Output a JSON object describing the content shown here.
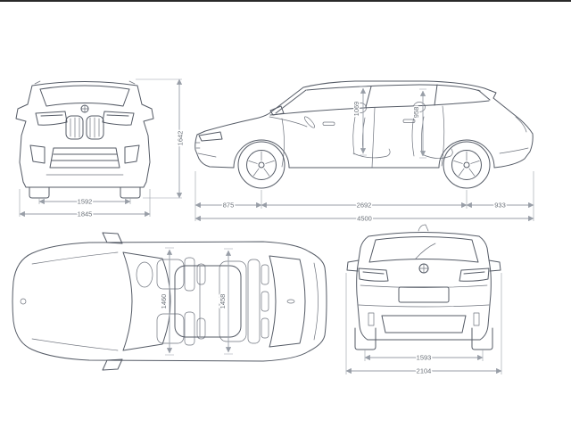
{
  "colors": {
    "bg": "#ffffff",
    "outline": "#555b66",
    "dimension": "#989ea7",
    "text": "#6a7078",
    "topline": "#2a2a2a"
  },
  "views": {
    "front": {
      "dims": {
        "track_width": "1592",
        "overall_width": "1845",
        "overall_height": "1642"
      }
    },
    "side": {
      "dims": {
        "front_headroom": "1069",
        "rear_headroom": "958",
        "front_overhang": "875",
        "wheelbase": "2692",
        "rear_overhang": "933",
        "overall_length": "4500"
      }
    },
    "top": {
      "dims": {
        "front_interior_width": "1460",
        "rear_interior_width": "1458"
      }
    },
    "rear": {
      "dims": {
        "rear_track_width": "1593",
        "width_incl_mirrors": "2104"
      }
    }
  }
}
